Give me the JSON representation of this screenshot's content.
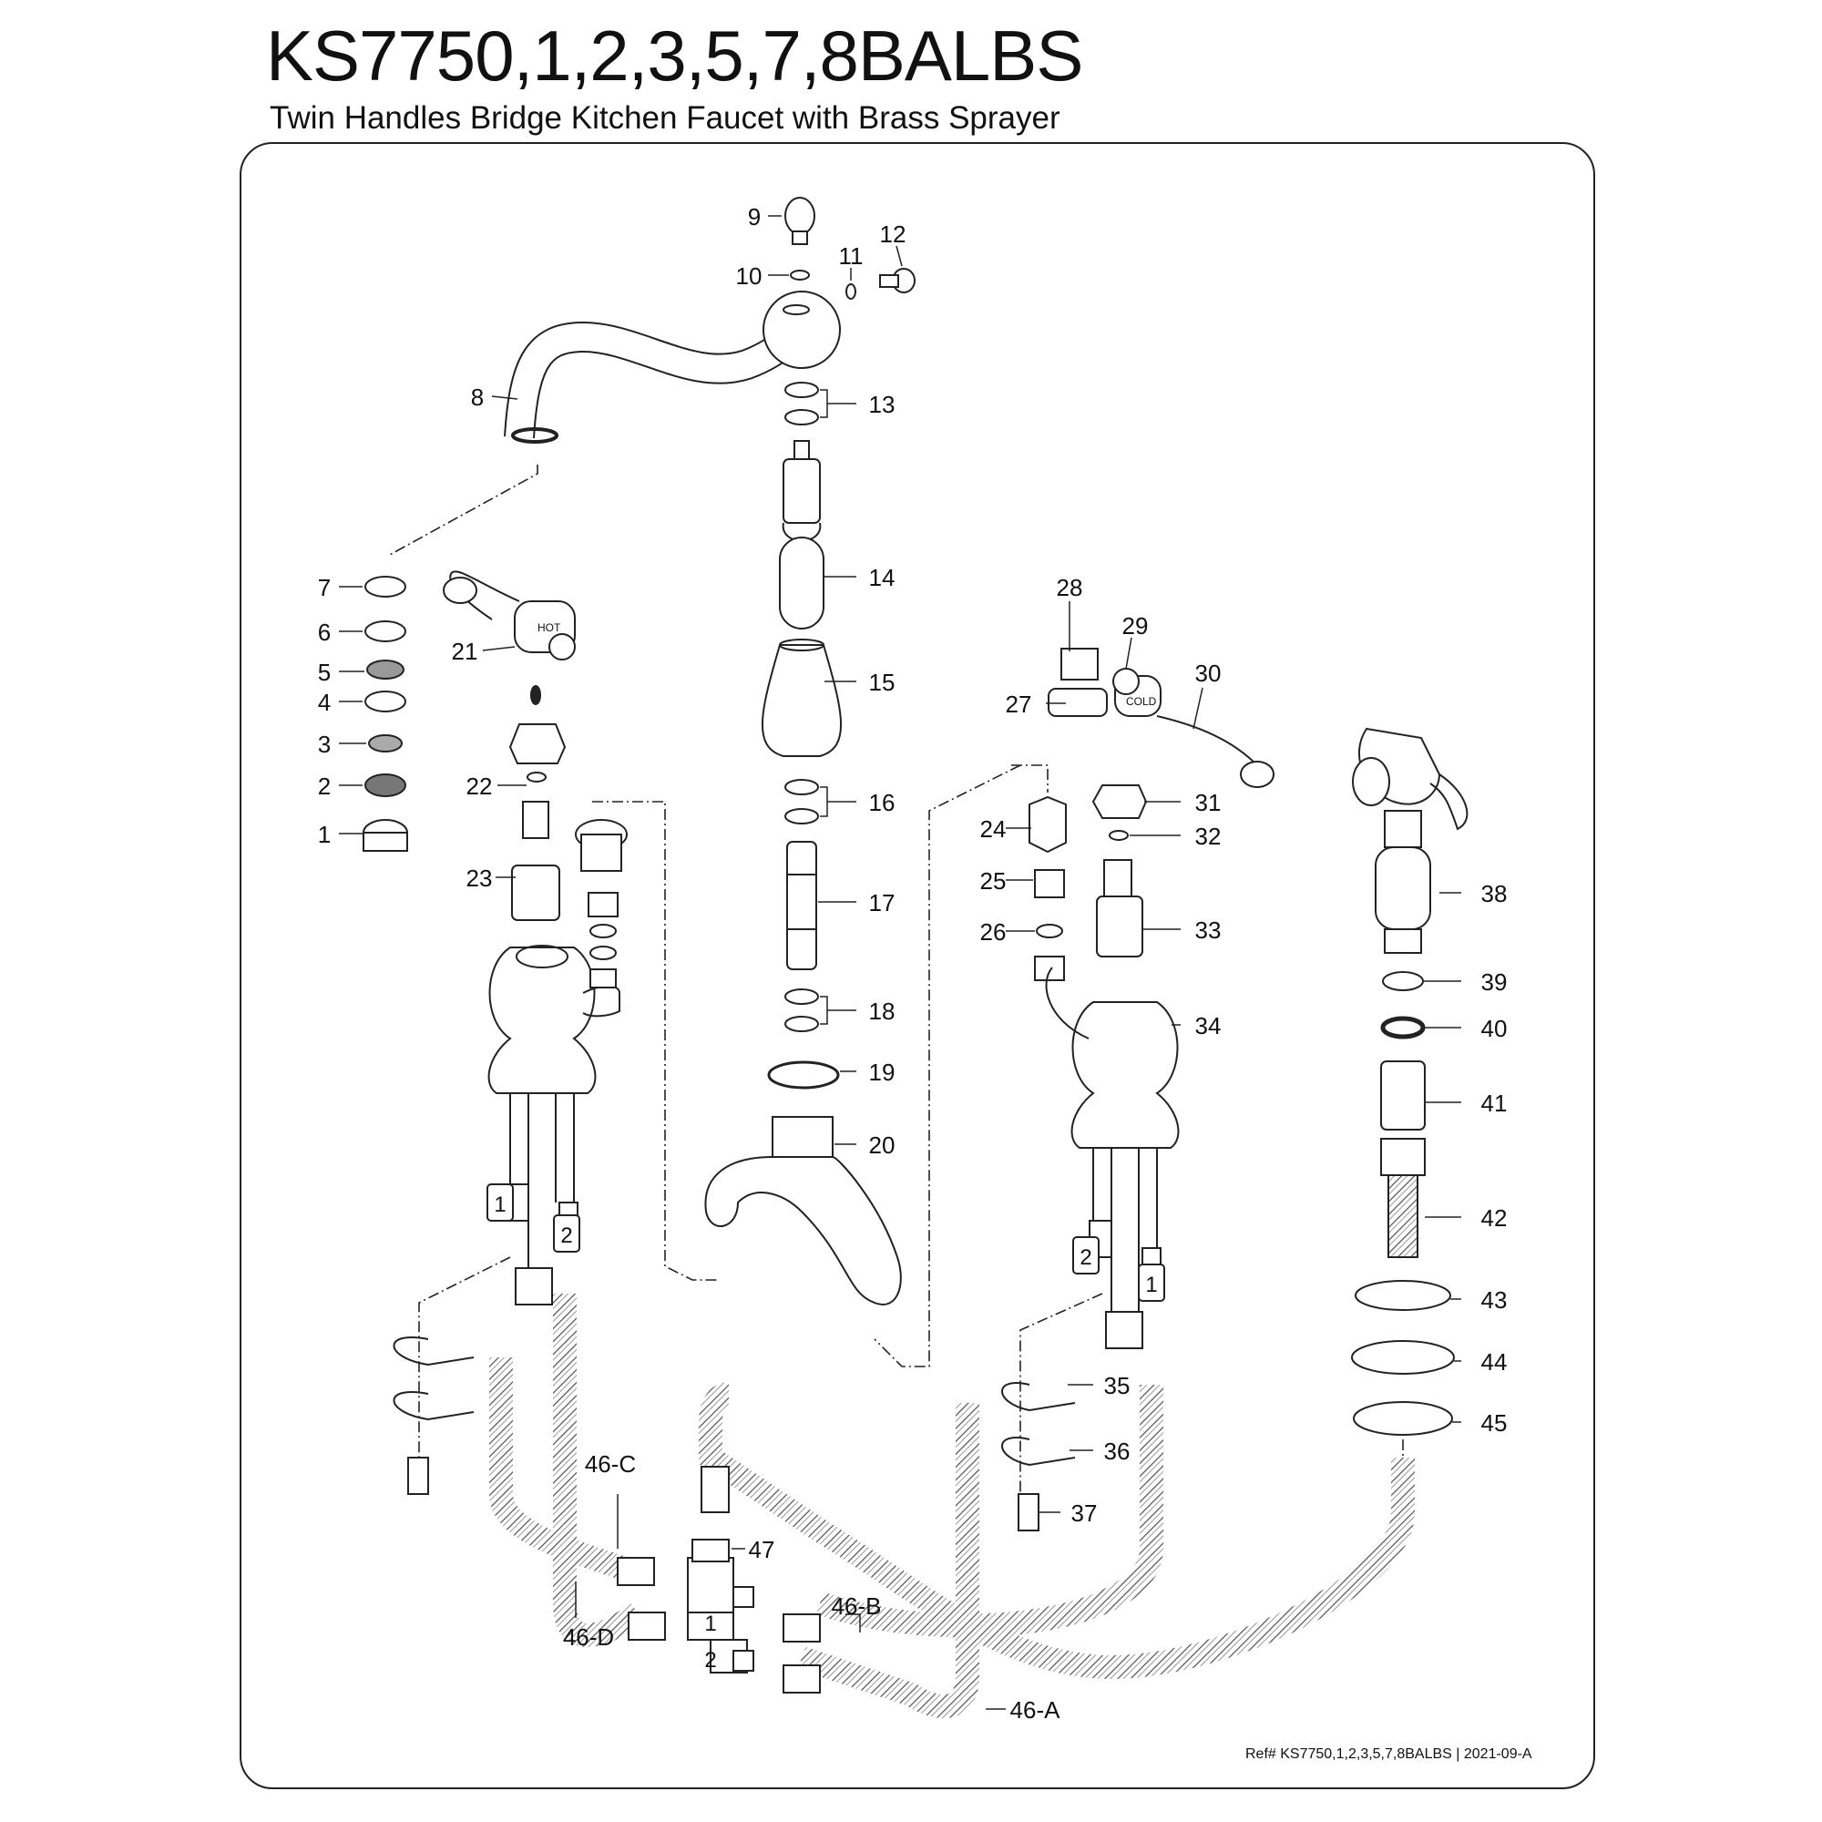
{
  "header": {
    "title": "KS7750,1,2,3,5,7,8BALBS",
    "subtitle": "Twin Handles Bridge Kitchen Faucet with Brass Sprayer"
  },
  "footer": {
    "ref": "Ref# KS7750,1,2,3,5,7,8BALBS | 2021-09-A"
  },
  "callouts": {
    "c1": "1",
    "c2": "2",
    "c3": "3",
    "c4": "4",
    "c5": "5",
    "c6": "6",
    "c7": "7",
    "c8": "8",
    "c9": "9",
    "c10": "10",
    "c11": "11",
    "c12": "12",
    "c13": "13",
    "c14": "14",
    "c15": "15",
    "c16": "16",
    "c17": "17",
    "c18": "18",
    "c19": "19",
    "c20": "20",
    "c21": "21",
    "c22": "22",
    "c23": "23",
    "c24": "24",
    "c25": "25",
    "c26": "26",
    "c27": "27",
    "c28": "28",
    "c29": "29",
    "c30": "30",
    "c31": "31",
    "c32": "32",
    "c33": "33",
    "c34": "34",
    "c35": "35",
    "c36": "36",
    "c37": "37",
    "c38": "38",
    "c39": "39",
    "c40": "40",
    "c41": "41",
    "c42": "42",
    "c43": "43",
    "c44": "44",
    "c45": "45",
    "c46a": "46-A",
    "c46b": "46-B",
    "c46c": "46-C",
    "c46d": "46-D",
    "c47": "47"
  },
  "hose_tags": {
    "left_1": "1",
    "left_2": "2",
    "right_2": "2",
    "right_1": "1",
    "tee_1": "1",
    "tee_2": "2"
  },
  "handle_labels": {
    "hot": "HOT",
    "cold": "COLD"
  }
}
